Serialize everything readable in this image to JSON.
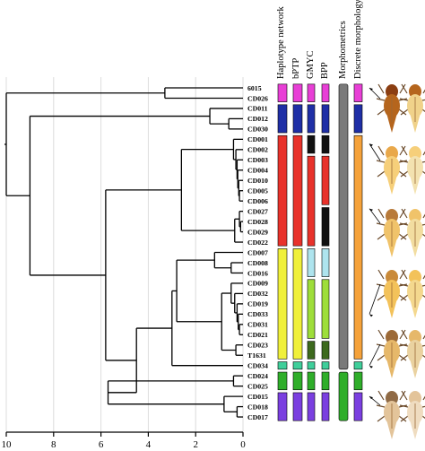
{
  "tree": {
    "tips": [
      "6015",
      "CD026",
      "CD011",
      "CD012",
      "CD030",
      "CD001",
      "CD002",
      "CD003",
      "CD004",
      "CD010",
      "CD005",
      "CD006",
      "CD027",
      "CD028",
      "CD029",
      "CD022",
      "CD007",
      "CD008",
      "CD016",
      "CD009",
      "CD032",
      "CD019",
      "CD033",
      "CD031",
      "CD021",
      "CD023",
      "T1631",
      "CD034",
      "CD024",
      "CD025",
      "CD015",
      "CD018",
      "CD017"
    ],
    "axis_ticks": [
      "10",
      "8",
      "6",
      "4",
      "2",
      "0"
    ],
    "axis_values": [
      10,
      8,
      6,
      4,
      2,
      0
    ]
  },
  "columns": [
    "Haplotype network",
    "bPTP",
    "GMYC",
    "BPP",
    "Morphometrics",
    "Discrete morphology"
  ],
  "colors": {
    "magenta": "#e83fd6",
    "blue": "#1f2fa6",
    "red": "#e8322b",
    "black": "#111111",
    "yellow": "#f0f03a",
    "lightblue": "#aee4ee",
    "lightgreen": "#9ede3a",
    "darkgreen": "#3d6a1e",
    "teal": "#3fcf9a",
    "green": "#2fae2a",
    "purple": "#7a3fe0",
    "gray": "#7a7a7a",
    "orange": "#f5a23a"
  },
  "delimitation": [
    [
      [
        0,
        1,
        "magenta"
      ],
      [
        2,
        4,
        "blue"
      ],
      [
        5,
        15,
        "red"
      ],
      [
        16,
        26,
        "yellow"
      ],
      [
        27,
        27,
        "teal"
      ],
      [
        28,
        29,
        "green"
      ],
      [
        30,
        32,
        "purple"
      ]
    ],
    [
      [
        0,
        1,
        "magenta"
      ],
      [
        2,
        4,
        "blue"
      ],
      [
        5,
        15,
        "red"
      ],
      [
        16,
        26,
        "yellow"
      ],
      [
        27,
        27,
        "teal"
      ],
      [
        28,
        29,
        "green"
      ],
      [
        30,
        32,
        "purple"
      ]
    ],
    [
      [
        0,
        1,
        "magenta"
      ],
      [
        2,
        4,
        "blue"
      ],
      [
        5,
        6,
        "black"
      ],
      [
        7,
        15,
        "red"
      ],
      [
        16,
        18,
        "lightblue"
      ],
      [
        19,
        24,
        "lightgreen"
      ],
      [
        25,
        26,
        "darkgreen"
      ],
      [
        27,
        27,
        "teal"
      ],
      [
        28,
        29,
        "green"
      ],
      [
        30,
        32,
        "purple"
      ]
    ],
    [
      [
        0,
        1,
        "magenta"
      ],
      [
        2,
        4,
        "blue"
      ],
      [
        5,
        6,
        "black"
      ],
      [
        7,
        11,
        "red"
      ],
      [
        12,
        15,
        "black"
      ],
      [
        16,
        18,
        "lightblue"
      ],
      [
        19,
        24,
        "lightgreen"
      ],
      [
        25,
        26,
        "darkgreen"
      ],
      [
        27,
        27,
        "teal"
      ],
      [
        28,
        29,
        "green"
      ],
      [
        30,
        32,
        "purple"
      ]
    ],
    [
      [
        0,
        27,
        "gray"
      ],
      [
        28,
        32,
        "green"
      ]
    ],
    [
      [
        0,
        1,
        "magenta"
      ],
      [
        2,
        4,
        "blue"
      ],
      [
        5,
        26,
        "orange"
      ],
      [
        27,
        27,
        "teal"
      ],
      [
        28,
        29,
        "green"
      ],
      [
        30,
        32,
        "purple"
      ]
    ]
  ]
}
